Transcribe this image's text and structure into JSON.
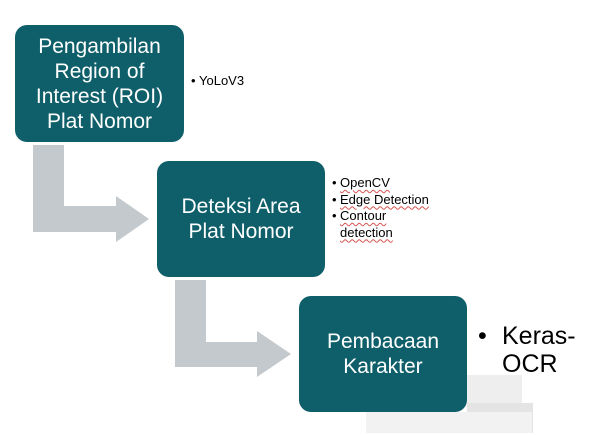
{
  "steps": [
    {
      "title_lines": [
        "Pengambilan",
        "Region of",
        "Interest (ROI)",
        "Plat Nomor"
      ],
      "bullets": [
        "YoLoV3"
      ]
    },
    {
      "title_lines": [
        "Deteksi Area",
        "Plat Nomor"
      ],
      "bullets": [
        "OpenCV",
        "Edge Detection",
        "Contour detection"
      ]
    },
    {
      "title_lines": [
        "Pembacaan",
        "Karakter"
      ],
      "bullets": [
        "Keras-OCR"
      ]
    }
  ],
  "colors": {
    "box_fill": "#0f5f6a",
    "box_text": "#ffffff",
    "arrow_fill": "#c3c9cc"
  }
}
